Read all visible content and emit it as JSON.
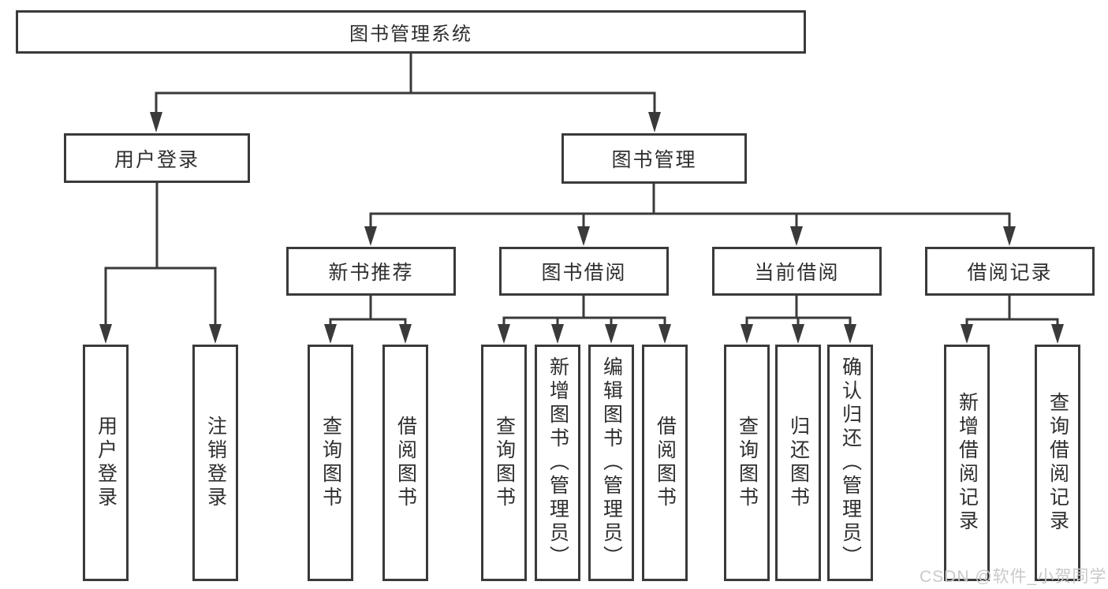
{
  "diagram": {
    "root": {
      "label": "图书管理系统"
    },
    "branches": [
      {
        "label": "用户登录",
        "children": [
          {
            "label": "用户登录"
          },
          {
            "label": "注销登录"
          }
        ]
      },
      {
        "label": "图书管理",
        "children": [
          {
            "label": "新书推荐",
            "children": [
              {
                "label": "查询图书"
              },
              {
                "label": "借阅图书"
              }
            ]
          },
          {
            "label": "图书借阅",
            "children": [
              {
                "label": "查询图书"
              },
              {
                "label": "新增图书（管理员）"
              },
              {
                "label": "编辑图书（管理员）"
              },
              {
                "label": "借阅图书"
              }
            ]
          },
          {
            "label": "当前借阅",
            "children": [
              {
                "label": "查询图书"
              },
              {
                "label": "归还图书"
              },
              {
                "label": "确认归还（管理员）"
              }
            ]
          },
          {
            "label": "借阅记录",
            "children": [
              {
                "label": "新增借阅记录"
              },
              {
                "label": "查询借阅记录"
              }
            ]
          }
        ]
      }
    ]
  },
  "watermark": {
    "text": "CSDN @软件_小贺同学"
  },
  "colors": {
    "line": "#3a3a3a",
    "text": "#2e2e2e",
    "watermark": "#c9c9c9",
    "background": "#ffffff"
  }
}
